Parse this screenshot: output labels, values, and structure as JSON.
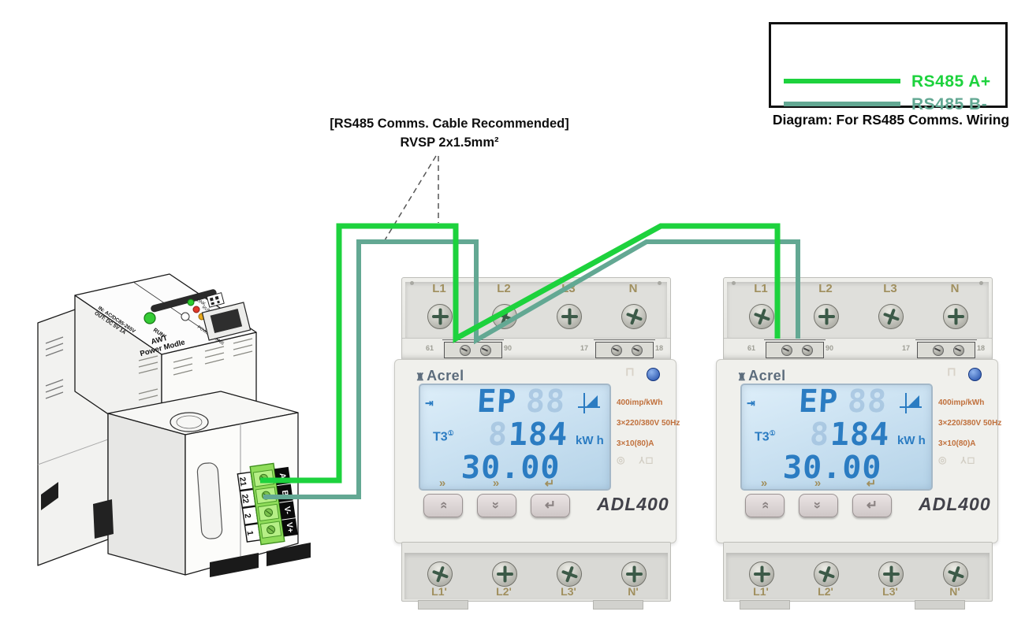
{
  "note": {
    "line1": "[RS485 Comms. Cable Recommended]",
    "line2": "RVSP 2x1.5mm²"
  },
  "legend": {
    "caption": "Diagram: For RS485 Comms. Wiring",
    "items": [
      {
        "label": "RS485 A+",
        "color": "#1dd23d"
      },
      {
        "label": "RS485 B-",
        "color": "#63a893"
      }
    ]
  },
  "wires": {
    "a_plus_color": "#1dd23d",
    "b_minus_color": "#63a893"
  },
  "gateway": {
    "title_line1": "AWT",
    "title_line2": "Power Modle",
    "run_label": "RUN",
    "led_labels": [
      "LINK",
      "RUN1",
      "COMM"
    ],
    "port_label": "POWER-RS485",
    "rating_line1": "IN: AC/DC85-265V",
    "rating_line2": "OUT: DC 5V 1A",
    "terminal_numbers": [
      "21",
      "22",
      "2",
      "1"
    ],
    "terminal_names": [
      "A",
      "B",
      "V-",
      "V+"
    ]
  },
  "meter": {
    "brand": "Acrel",
    "model": "ADL400",
    "top_terminals": [
      "L1",
      "L2",
      "L3",
      "N"
    ],
    "bottom_terminals": [
      "L1'",
      "L2'",
      "L3'",
      "N'"
    ],
    "aux_labels": [
      "61",
      "90",
      "17",
      "18"
    ],
    "lcd": {
      "mode": "EP",
      "ghost_top": "88",
      "tariff": "T3",
      "tariff_mark": "①",
      "ghost_mid": "8",
      "value": "184",
      "unit": "kW h",
      "value2": "30.00"
    },
    "ratings": [
      "400imp/kWh",
      "3×220/380V 50Hz",
      "3×10(80)A"
    ]
  }
}
